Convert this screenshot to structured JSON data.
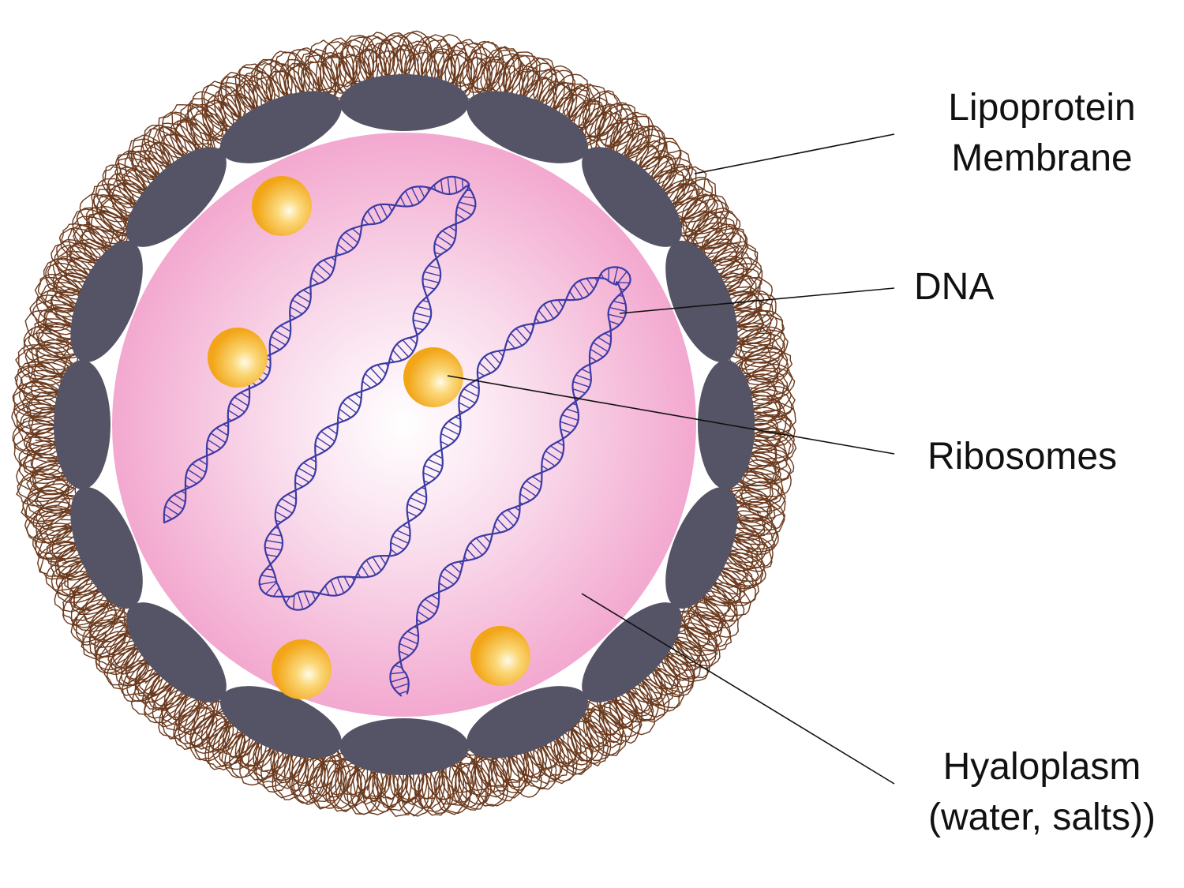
{
  "labels": {
    "membrane": {
      "line1": "Lipoprotein",
      "line2": "Membrane"
    },
    "dna": "DNA",
    "ribosomes": "Ribosomes",
    "hyaloplasm": {
      "line1": "Hyaloplasm",
      "line2": "(water, salts))"
    }
  },
  "colors": {
    "cytoplasm_center": "#ffffff",
    "cytoplasm_edge": "#f3a8cf",
    "membrane_plate": "#555366",
    "capsule": "#6b3a1e",
    "dna": "#3b3aa6",
    "ribosome_outer": "#f2a516",
    "ribosome_inner": "#fff3c6",
    "leader_line": "#111111"
  }
}
